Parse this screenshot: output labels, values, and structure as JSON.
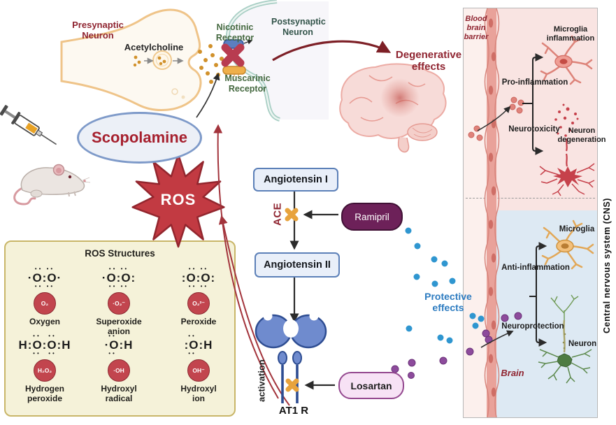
{
  "synapse": {
    "presynaptic_label": "Presynaptic\nNeuron",
    "acetylcholine_label": "Acetylcholine",
    "nicotinic_label": "Nicotinic\nReceptor",
    "muscarinic_label": "Muscarinic\nReceptor",
    "postsynaptic_label": "Postsynaptic\nNeuron"
  },
  "drug": {
    "scopolamine": "Scopolamine",
    "ros": "ROS"
  },
  "effects": {
    "degenerative": "Degenerative\neffects",
    "protective": "Protective\neffects"
  },
  "ros_box": {
    "title": "ROS Structures",
    "items": [
      {
        "above": "•• ••",
        "mid": "·O:O·",
        "below": "•• ••",
        "formula": "O₂",
        "name": "Oxygen"
      },
      {
        "above": "•• ••",
        "mid": "·O:O:",
        "below": "•• ••",
        "formula": "·O₂⁻",
        "name": "Superoxide\nanion"
      },
      {
        "above": "•• ••",
        "mid": ":O:O:",
        "below": "•• ••",
        "formula": "O₂²⁻",
        "name": "Peroxide"
      },
      {
        "above": "••  ••",
        "mid": "H:O:O:H",
        "below": "••  ••",
        "formula": "H₂O₂",
        "name": "Hydrogen\nperoxide"
      },
      {
        "above": "••",
        "mid": "·O:H",
        "below": "••",
        "formula": "·OH",
        "name": "Hydroxyl\nradical"
      },
      {
        "above": "••",
        "mid": ":O:H",
        "below": "••",
        "formula": "OH⁻",
        "name": "Hydroxyl\nion"
      }
    ]
  },
  "pathway": {
    "angiotensin_i": "Angiotensin I",
    "angiotensin_ii": "Angiotensin II",
    "ace": "ACE",
    "ramipril": "Ramipril",
    "losartan": "Losartan",
    "activation": "activation",
    "at1r": "AT1 R"
  },
  "cns_panel": {
    "blood_brain_barrier": "Blood\nbrain\nbarrier",
    "cns_label": "Central nervous system (CNS)",
    "brain_label": "Brain",
    "degenerative_side": {
      "microglia_inflammation": "Microglia\ninflammation",
      "pro_inflammation": "Pro-inflammation",
      "neurotoxicity": "Neurotoxicity",
      "neuron_degeneration": "Neuron\ndegeneration"
    },
    "protective_side": {
      "microglia": "Microglia",
      "anti_inflammation": "Anti-inflammation",
      "neuroprotection": "Neuroprotection",
      "neuron": "Neuron"
    }
  },
  "colors": {
    "dark_red": "#8f2430",
    "green_label": "#44683f",
    "protective_blue": "#2c7bc0",
    "ros_red": "#c23a42",
    "orange_block_x": "#e8a33d",
    "ramipril_purple": "#6d2159",
    "losartan_pink": "#f7e2f5"
  }
}
